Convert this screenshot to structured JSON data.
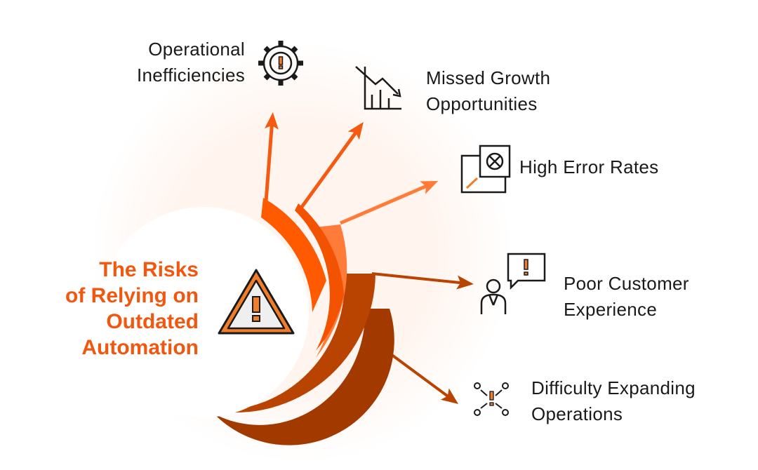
{
  "title": {
    "lines": [
      "The Risks",
      "of Relying on",
      "Outdated",
      "Automation"
    ]
  },
  "risks": [
    {
      "lines": [
        "Operational",
        "Inefficiencies"
      ],
      "icon": "gear-warning-icon"
    },
    {
      "lines": [
        "Missed Growth",
        "Opportunities"
      ],
      "icon": "declining-chart-icon"
    },
    {
      "lines": [
        "High Error Rates"
      ],
      "icon": "error-document-icon"
    },
    {
      "lines": [
        "Poor Customer",
        "Experience"
      ],
      "icon": "customer-support-alert-icon"
    },
    {
      "lines": [
        "Difficulty Expanding",
        "Operations"
      ],
      "icon": "network-warning-icon"
    }
  ],
  "colors": {
    "accent": "#F2570F",
    "band1": "#FF5A00",
    "band2": "#F35200",
    "band3": "#FF7B3A",
    "band4": "#B94300",
    "band5": "#A23A00"
  }
}
